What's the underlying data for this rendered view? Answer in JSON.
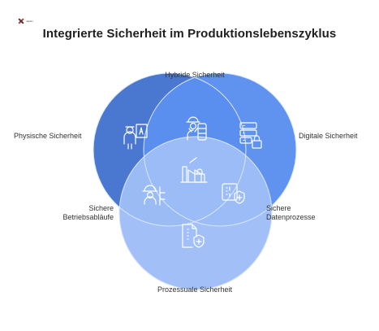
{
  "logo": {
    "text": "napkin"
  },
  "title": "Integrierte Sicherheit im Produktionslebenszyklus",
  "labels": {
    "hybrid": "Hybride Sicherheit",
    "physical": "Physische Sicherheit",
    "digital": "Digitale Sicherheit",
    "ops_line1": "Sichere",
    "ops_line2": "Betriebsabläufe",
    "data_line1": "Sichere",
    "data_line2": "Datenprozesse",
    "process": "Prozessuale Sicherheit"
  },
  "colors": {
    "physical": "#4a78d0",
    "digital": "#5b8ef0",
    "process": "#9bbcf8",
    "background": "#ffffff"
  },
  "icons": {
    "physical": "teacher-board-icon",
    "hybrid": "worker-server-icon",
    "digital": "server-lock-icon",
    "ops": "worker-workflow-icon",
    "center": "factory-lock-icon",
    "data": "chip-shield-icon",
    "process": "document-shield-icon"
  }
}
